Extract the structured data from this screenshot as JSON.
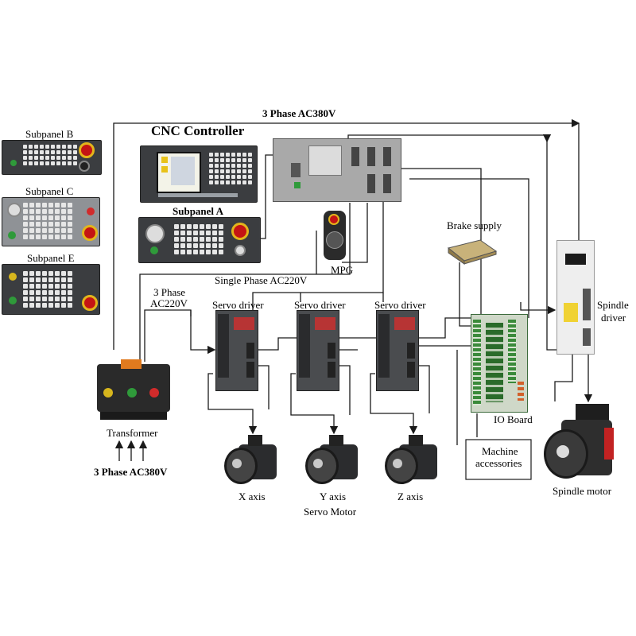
{
  "labels": {
    "top_power": "3 Phase AC380V",
    "cnc_controller": "CNC Controller",
    "subpanel_b": "Subpanel B",
    "subpanel_c": "Subpanel C",
    "subpanel_e": "Subpanel E",
    "subpanel_a": "Subpanel A",
    "mpg": "MPG",
    "single_phase": "Single Phase AC220V",
    "three_phase_line1": "3 Phase",
    "three_phase_line2": "AC220V",
    "servo_driver_1": "Servo driver",
    "servo_driver_2": "Servo driver",
    "servo_driver_3": "Servo driver",
    "brake_supply": "Brake supply",
    "spindle_driver_line1": "Spindle",
    "spindle_driver_line2": "driver",
    "io_board": "IO Board",
    "machine_accessories_line1": "Machine",
    "machine_accessories_line2": "accessories",
    "transformer": "Transformer",
    "bottom_power": "3 Phase AC380V",
    "x_axis": "X axis",
    "y_axis": "Y axis",
    "z_axis": "Z axis",
    "servo_motor": "Servo Motor",
    "spindle_motor": "Spindle motor"
  },
  "colors": {
    "wire": "#1a1a1a",
    "estop": "#c41414",
    "panel": "#3b3d40"
  }
}
